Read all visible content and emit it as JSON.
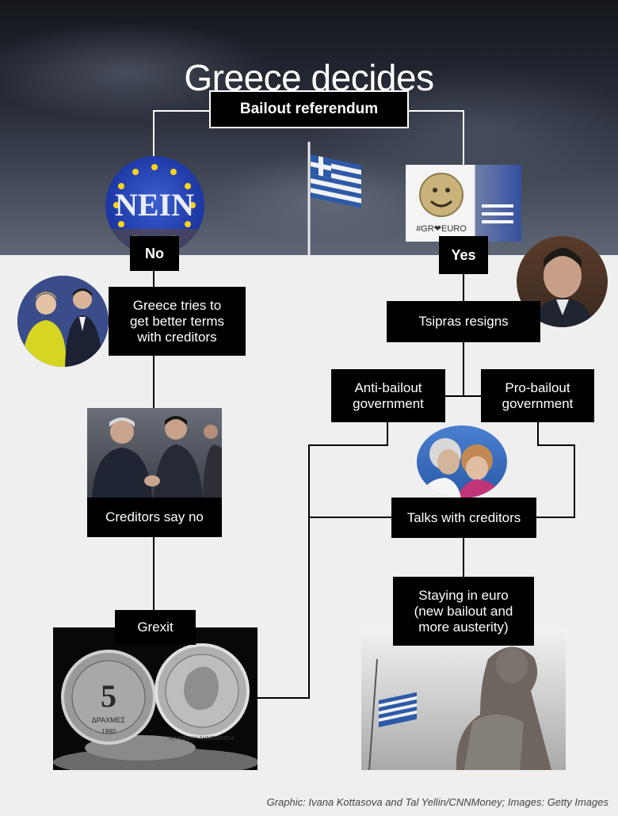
{
  "title": "Greece decides",
  "root": "Bailout referendum",
  "branches": {
    "no": "No",
    "yes": "Yes"
  },
  "nodes": {
    "better_terms": "Greece tries to\nget better terms\nwith creditors",
    "creditors_say_no": "Creditors say no",
    "grexit": "Grexit",
    "tsipras_resigns": "Tsipras resigns",
    "anti_bailout": "Anti-bailout\ngovernment",
    "pro_bailout": "Pro-bailout\ngovernment",
    "talks": "Talks with creditors",
    "staying": "Staying in euro\n(new bailout and\nmore austerity)"
  },
  "images": {
    "nein_sign": "NEIN",
    "yes_shirt": "#GR❤EURO",
    "coin_left": "ΔΡΑΧΜΕΣ",
    "coin_left_value": "5",
    "coin_left_year": "1990",
    "coin_right": "ΕΛΛΗΝΙΚΗ ΔΗΜΟΚΡΑΤΙΑ"
  },
  "credit": "Graphic: Ivana Kottasova and Tal Yellin/CNNMoney; Images: Getty Images"
}
